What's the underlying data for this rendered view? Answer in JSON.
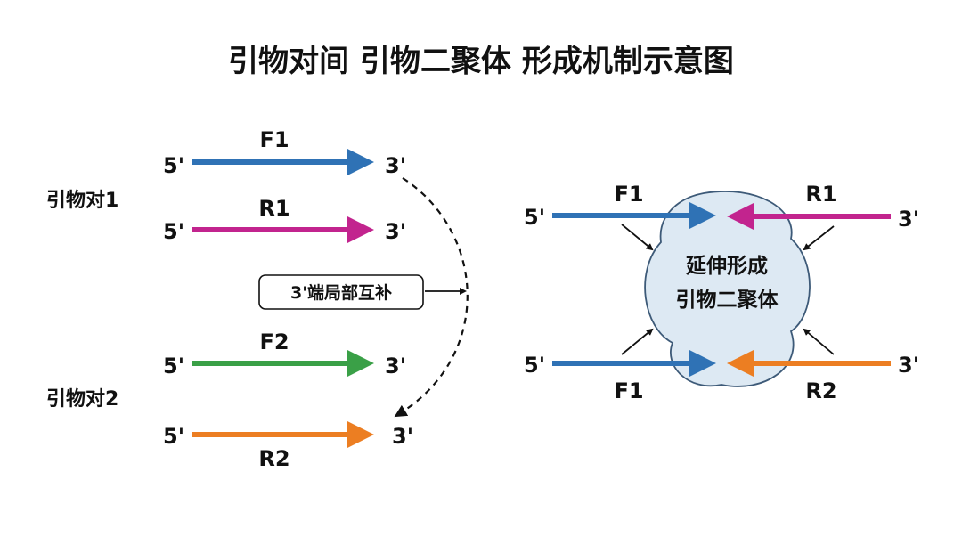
{
  "title": "引物对间 引物二聚体 形成机制示意图",
  "left": {
    "group1_label": "引物对1",
    "group2_label": "引物对2",
    "f1": {
      "name": "F1",
      "end5": "5'",
      "end3": "3'"
    },
    "r1": {
      "name": "R1",
      "end5": "5'",
      "end3": "3'"
    },
    "f2": {
      "name": "F2",
      "end5": "5'",
      "end3": "3'"
    },
    "r2": {
      "name": "R2",
      "end5": "5'",
      "end3": "3'"
    },
    "complement_box": "3'端局部互补"
  },
  "right": {
    "top_left": {
      "name": "F1",
      "end": "5'"
    },
    "top_right": {
      "name": "R1",
      "end": "3'"
    },
    "bottom_left": {
      "name": "F1",
      "end": "5'"
    },
    "bottom_right": {
      "name": "R2",
      "end": "3'"
    },
    "cloud_line1": "延伸形成",
    "cloud_line2": "引物二聚体"
  },
  "colors": {
    "blue": "#2f72b5",
    "magenta": "#c2248e",
    "green": "#3aa047",
    "orange": "#ec7e22",
    "cloud_fill": "#dde9f3",
    "cloud_stroke": "#3d5a78"
  }
}
